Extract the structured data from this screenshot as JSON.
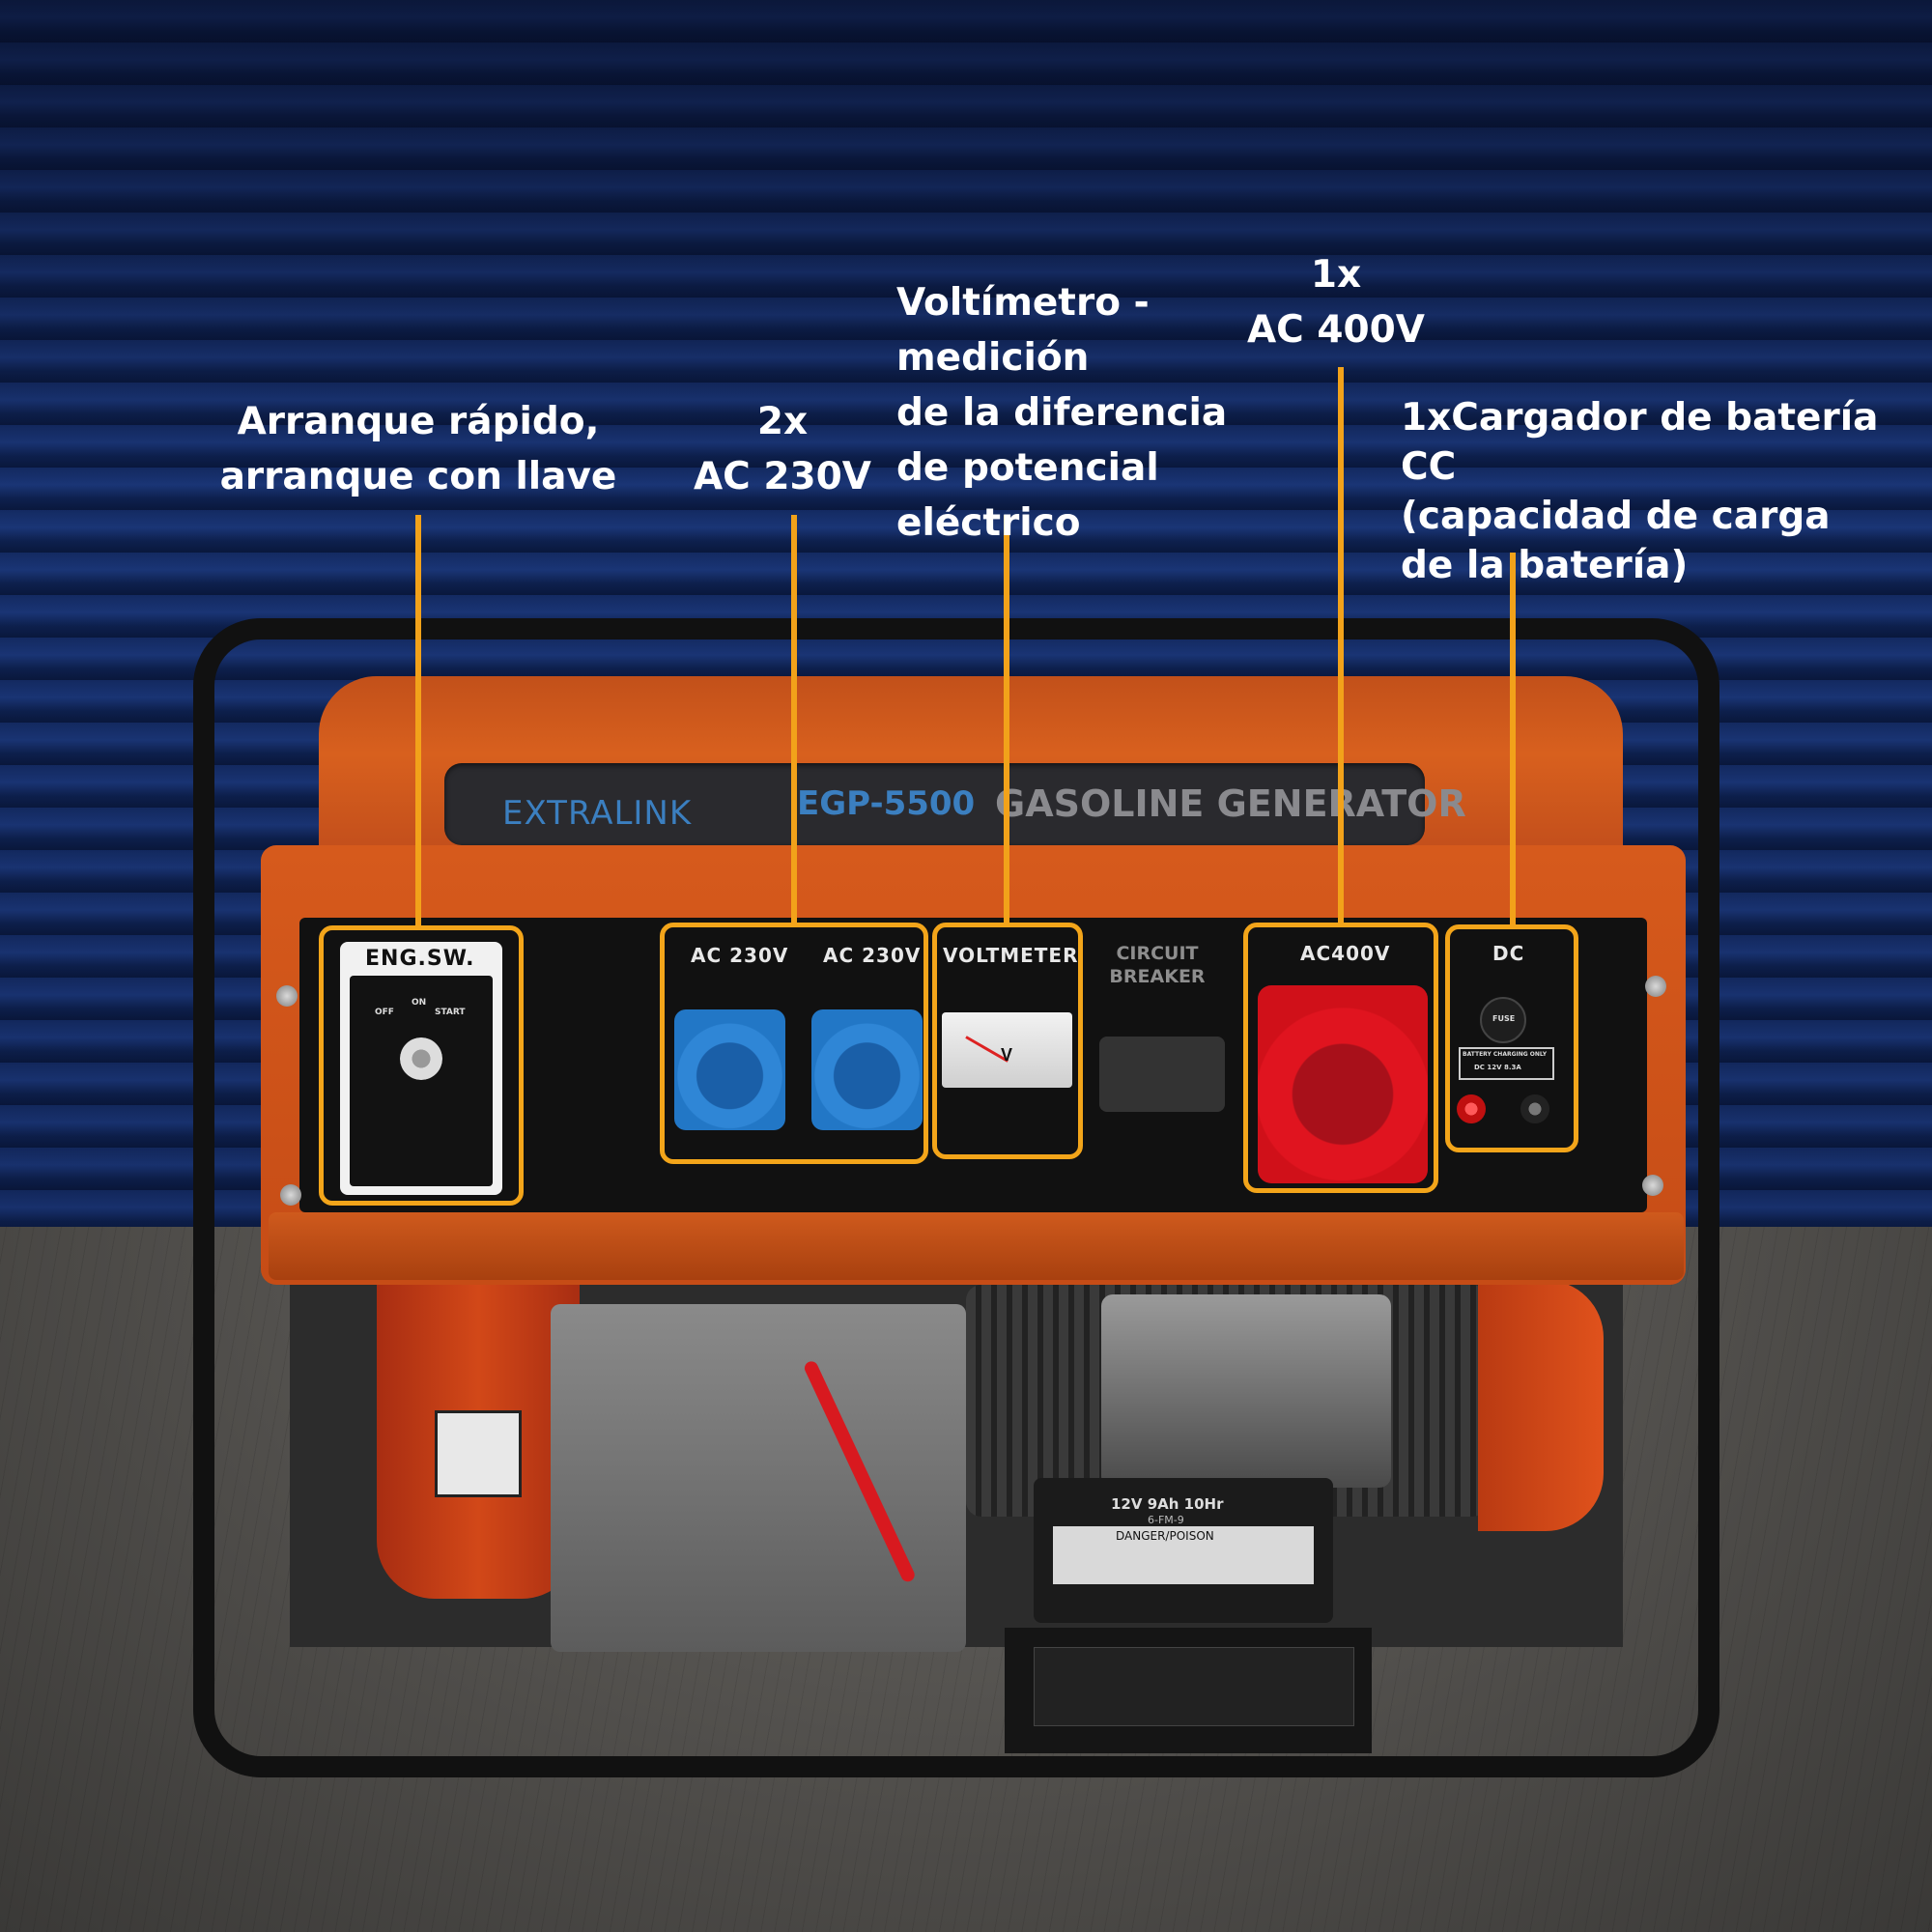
{
  "callouts": {
    "key_start": "Arranque rápido,\narranque con llave",
    "ac230": "2x\nAC 230V",
    "voltmeter": "Voltímetro -\nmedición\nde la diferencia\nde potencial eléctrico",
    "ac400": "1x\nAC 400V",
    "dc_charger": "1xCargador de batería CC\n(capacidad de carga\nde la batería)"
  },
  "generator": {
    "brand": "EXTRALINK",
    "model": "EGP-5500",
    "type": "GASOLINE GENERATOR",
    "panel": {
      "eng_sw": "ENG.SW.",
      "off": "OFF",
      "on": "ON",
      "start": "START",
      "ac230_a": "AC 230V",
      "ac230_b": "AC 230V",
      "voltmeter": "VOLTMETER",
      "volt_unit": "V",
      "breaker_1": "CIRCUIT",
      "breaker_2": "BREAKER",
      "ac400": "AC400V",
      "dc": "DC",
      "fuse": "FUSE",
      "battery_charging": "BATTERY CHARGING ONLY",
      "dc_rating": "DC 12V 8.3A"
    },
    "battery": {
      "spec": "12V 9Ah 10Hr",
      "model": "6-FM-9",
      "warning": "DANGER/POISON"
    }
  },
  "colors": {
    "highlight": "#f3a51a",
    "frame_orange": "#d65a1c",
    "socket_blue": "#2f86d6",
    "socket_red": "#e0141f",
    "wall_blue": "#1e3d86"
  }
}
